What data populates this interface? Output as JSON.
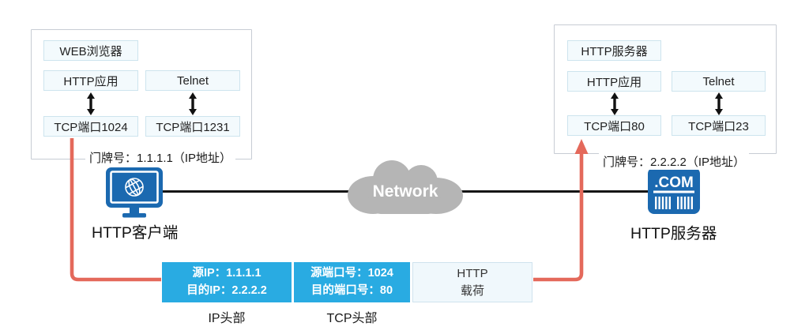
{
  "colors": {
    "accent_blue": "#29ABE2",
    "icon_blue": "#1B69B0",
    "arrow_red": "#E4695B",
    "cloud_gray": "#B5B5B5"
  },
  "left_panel": {
    "browser": "WEB浏览器",
    "http_app": "HTTP应用",
    "telnet": "Telnet",
    "tcp_port_http": "TCP端口1024",
    "tcp_port_telnet": "TCP端口1231",
    "address_label": "门牌号：1.1.1.1（IP地址）"
  },
  "right_panel": {
    "server": "HTTP服务器",
    "http_app": "HTTP应用",
    "telnet": "Telnet",
    "tcp_port_http": "TCP端口80",
    "tcp_port_telnet": "TCP端口23",
    "address_label": "门牌号：2.2.2.2（IP地址）"
  },
  "network": {
    "cloud_label": "Network",
    "client_label": "HTTP客户端",
    "server_label": "HTTP服务器",
    "server_icon_text": ".COM"
  },
  "packet": {
    "ip_header": {
      "line1": "源IP：1.1.1.1",
      "line2": "目的IP：2.2.2.2",
      "caption": "IP头部"
    },
    "tcp_header": {
      "line1": "源端口号：1024",
      "line2": "目的端口号：80",
      "caption": "TCP头部"
    },
    "payload": {
      "line1": "HTTP",
      "line2": "载荷"
    }
  }
}
